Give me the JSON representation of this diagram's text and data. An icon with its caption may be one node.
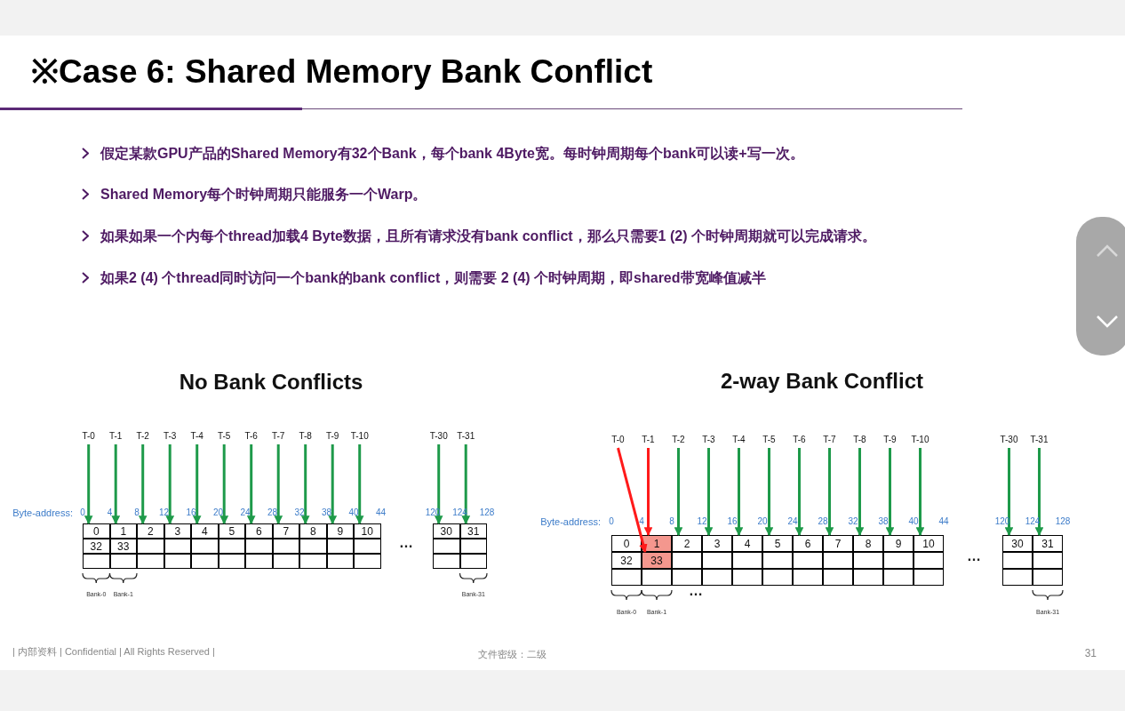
{
  "diagram": {
    "title": "※Case 6: Shared Memory Bank Conflict",
    "nodes": [
      {
        "text": [
          "T-0"
        ]
      },
      {
        "text": [
          "T-1"
        ]
      },
      {
        "text": [
          "T-2"
        ]
      },
      {
        "text": [
          "T-3"
        ]
      },
      {
        "text": [
          "T-4"
        ]
      },
      {
        "text": [
          "T-5"
        ]
      },
      {
        "text": [
          "T-6"
        ]
      },
      {
        "text": [
          "T-7"
        ]
      },
      {
        "text": [
          "T-8"
        ]
      },
      {
        "text": [
          "T-9"
        ]
      },
      {
        "text": [
          "T-10"
        ]
      },
      {
        "text": [
          "T-30"
        ]
      },
      {
        "text": [
          "T-31"
        ]
      },
      {
        "text": [
          "0"
        ]
      },
      {
        "text": [
          "1"
        ]
      },
      {
        "text": [
          "2"
        ]
      },
      {
        "text": [
          "3"
        ]
      },
      {
        "text": [
          "4"
        ]
      },
      {
        "text": [
          "5"
        ]
      },
      {
        "text": [
          "6"
        ]
      },
      {
        "text": [
          "7"
        ]
      },
      {
        "text": [
          "8"
        ]
      },
      {
        "text": [
          "9"
        ]
      },
      {
        "text": [
          "10"
        ]
      },
      {
        "text": [
          "32"
        ]
      },
      {
        "text": [
          "33"
        ]
      },
      {
        "text": [],
        "shape": "box"
      },
      {
        "text": [],
        "shape": "box"
      },
      {
        "text": [],
        "shape": "box"
      },
      {
        "text": [],
        "shape": "box"
      },
      {
        "text": [],
        "shape": "box"
      },
      {
        "text": [],
        "shape": "box"
      },
      {
        "text": [],
        "shape": "box"
      },
      {
        "text": [],
        "shape": "box"
      },
      {
        "text": [],
        "shape": "box"
      },
      {
        "text": [],
        "shape": "box"
      },
      {
        "text": [],
        "shape": "box"
      },
      {
        "text": [],
        "shape": "box"
      },
      {
        "text": [],
        "shape": "box"
      },
      {
        "text": [],
        "shape": "box"
      },
      {
        "text": [],
        "shape": "box"
      },
      {
        "text": [],
        "shape": "box"
      },
      {
        "text": [],
        "shape": "box"
      },
      {
        "text": [],
        "shape": "box"
      },
      {
        "text": [],
        "shape": "box"
      },
      {
        "text": [],
        "shape": "box"
      },
      {
        "text": [
          "30"
        ]
      },
      {
        "text": [
          "31"
        ]
      },
      {
        "text": [],
        "shape": "box"
      },
      {
        "text": [],
        "shape": "box"
      },
      {
        "text": [],
        "shape": "box"
      },
      {
        "text": [],
        "shape": "box"
      },
      {
        "text": [
          "T-0"
        ]
      },
      {
        "text": [
          "T-1"
        ]
      },
      {
        "text": [
          "T-2"
        ]
      },
      {
        "text": [
          "T-3"
        ]
      },
      {
        "text": [
          "T-4"
        ]
      },
      {
        "text": [
          "T-5"
        ]
      },
      {
        "text": [
          "T-6"
        ]
      },
      {
        "text": [
          "T-7"
        ]
      },
      {
        "text": [
          "T-8"
        ]
      },
      {
        "text": [
          "T-9"
        ]
      },
      {
        "text": [
          "T-10"
        ]
      },
      {
        "text": [
          "T-30"
        ]
      },
      {
        "text": [
          "T-31"
        ]
      },
      {
        "text": [
          "0"
        ]
      },
      {
        "text": [
          "1"
        ]
      },
      {
        "text": [
          "2"
        ]
      },
      {
        "text": [
          "3"
        ]
      },
      {
        "text": [
          "4"
        ]
      },
      {
        "text": [
          "5"
        ]
      },
      {
        "text": [
          "6"
        ]
      },
      {
        "text": [
          "7"
        ]
      },
      {
        "text": [
          "8"
        ]
      },
      {
        "text": [
          "9"
        ]
      },
      {
        "text": [
          "10"
        ]
      },
      {
        "text": [
          "32"
        ]
      },
      {
        "text": [
          "33"
        ]
      },
      {
        "text": [],
        "shape": "box"
      },
      {
        "text": [],
        "shape": "box"
      },
      {
        "text": [],
        "shape": "box"
      },
      {
        "text": [],
        "shape": "box"
      },
      {
        "text": [],
        "shape": "box"
      },
      {
        "text": [],
        "shape": "box"
      },
      {
        "text": [],
        "shape": "box"
      },
      {
        "text": [],
        "shape": "box"
      },
      {
        "text": [],
        "shape": "box"
      },
      {
        "text": [],
        "shape": "box"
      },
      {
        "text": [],
        "shape": "box"
      },
      {
        "text": [],
        "shape": "box"
      },
      {
        "text": [],
        "shape": "box"
      },
      {
        "text": [],
        "shape": "box"
      },
      {
        "text": [],
        "shape": "box"
      },
      {
        "text": [],
        "shape": "box"
      },
      {
        "text": [],
        "shape": "box"
      },
      {
        "text": [],
        "shape": "box"
      },
      {
        "text": [],
        "shape": "box"
      },
      {
        "text": [],
        "shape": "box"
      },
      {
        "text": [
          "30"
        ]
      },
      {
        "text": [
          "31"
        ]
      },
      {
        "text": [],
        "shape": "box"
      },
      {
        "text": [],
        "shape": "box"
      },
      {
        "text": [],
        "shape": "box"
      },
      {
        "text": [],
        "shape": "box"
      }
    ],
    "edges": [
      {
        "from": 0,
        "to": 13,
        "arrow": "to"
      },
      {
        "from": 1,
        "to": 14,
        "arrow": "to"
      },
      {
        "from": 2,
        "to": 15,
        "arrow": "to"
      },
      {
        "from": 3,
        "to": 16,
        "arrow": "to"
      },
      {
        "from": 4,
        "to": 17,
        "arrow": "to"
      },
      {
        "from": 5,
        "to": 18,
        "arrow": "to"
      },
      {
        "from": 6,
        "to": 19,
        "arrow": "to"
      },
      {
        "from": 7,
        "to": 20,
        "arrow": "to"
      },
      {
        "from": 8,
        "to": 21,
        "arrow": "to"
      },
      {
        "from": 9,
        "to": 22,
        "arrow": "to"
      },
      {
        "from": 10,
        "to": 23,
        "arrow": "to"
      },
      {
        "from": 11,
        "to": 46,
        "arrow": "to"
      },
      {
        "from": 12,
        "to": 47,
        "arrow": "to"
      },
      {
        "from": 52,
        "to": 77,
        "arrow": "to",
        "color": "#ff1a1a"
      },
      {
        "from": 53,
        "to": 66,
        "arrow": "to",
        "color": "#ff1a1a"
      },
      {
        "from": 54,
        "to": 67,
        "arrow": "to"
      },
      {
        "from": 55,
        "to": 68,
        "arrow": "to"
      },
      {
        "from": 56,
        "to": 69,
        "arrow": "to"
      },
      {
        "from": 57,
        "to": 70,
        "arrow": "to"
      },
      {
        "from": 58,
        "to": 71,
        "arrow": "to"
      },
      {
        "from": 59,
        "to": 72,
        "arrow": "to"
      },
      {
        "from": 60,
        "to": 73,
        "arrow": "to"
      },
      {
        "from": 61,
        "to": 74,
        "arrow": "to"
      },
      {
        "from": 62,
        "to": 75,
        "arrow": "to"
      },
      {
        "from": 63,
        "to": 98,
        "arrow": "to"
      },
      {
        "from": 64,
        "to": 99,
        "arrow": "to"
      }
    ],
    "labels": [
      "假定某款GPU产品的Shared Memory有32个Bank，每个bank 4Byte宽。每时钟周期每个bank可以读+写一次。",
      "Shared Memory每个时钟周期只能服务一个Warp。",
      "如果如果一个内每个thread加载4 Byte数据，且所有请求没有bank conflict，那么只需要1 (2) 个时钟周期就可以完成请求。",
      "如果2 (4) 个thread同时访问一个bank的bank conflict，则需要 2 (4) 个时钟周期，即shared带宽峰值减半",
      "No Bank Conflicts",
      "Byte-address:",
      "0",
      "4",
      "8",
      "12",
      "16",
      "20",
      "24",
      "28",
      "32",
      "38",
      "40",
      "44",
      "120",
      "124",
      "128",
      "…",
      "Bank-0",
      "Bank-1",
      "Bank-31",
      "2-way Bank Conflict",
      "Byte-address:",
      "0",
      "4",
      "8",
      "12",
      "16",
      "20",
      "24",
      "28",
      "32",
      "38",
      "40",
      "44",
      "120",
      "124",
      "128",
      "…",
      "Bank-0",
      "Bank-1",
      "…",
      "Bank-31",
      "| 内部资料 | Confidential | All Rights Reserved |",
      "文件密级：二级",
      "31"
    ]
  }
}
